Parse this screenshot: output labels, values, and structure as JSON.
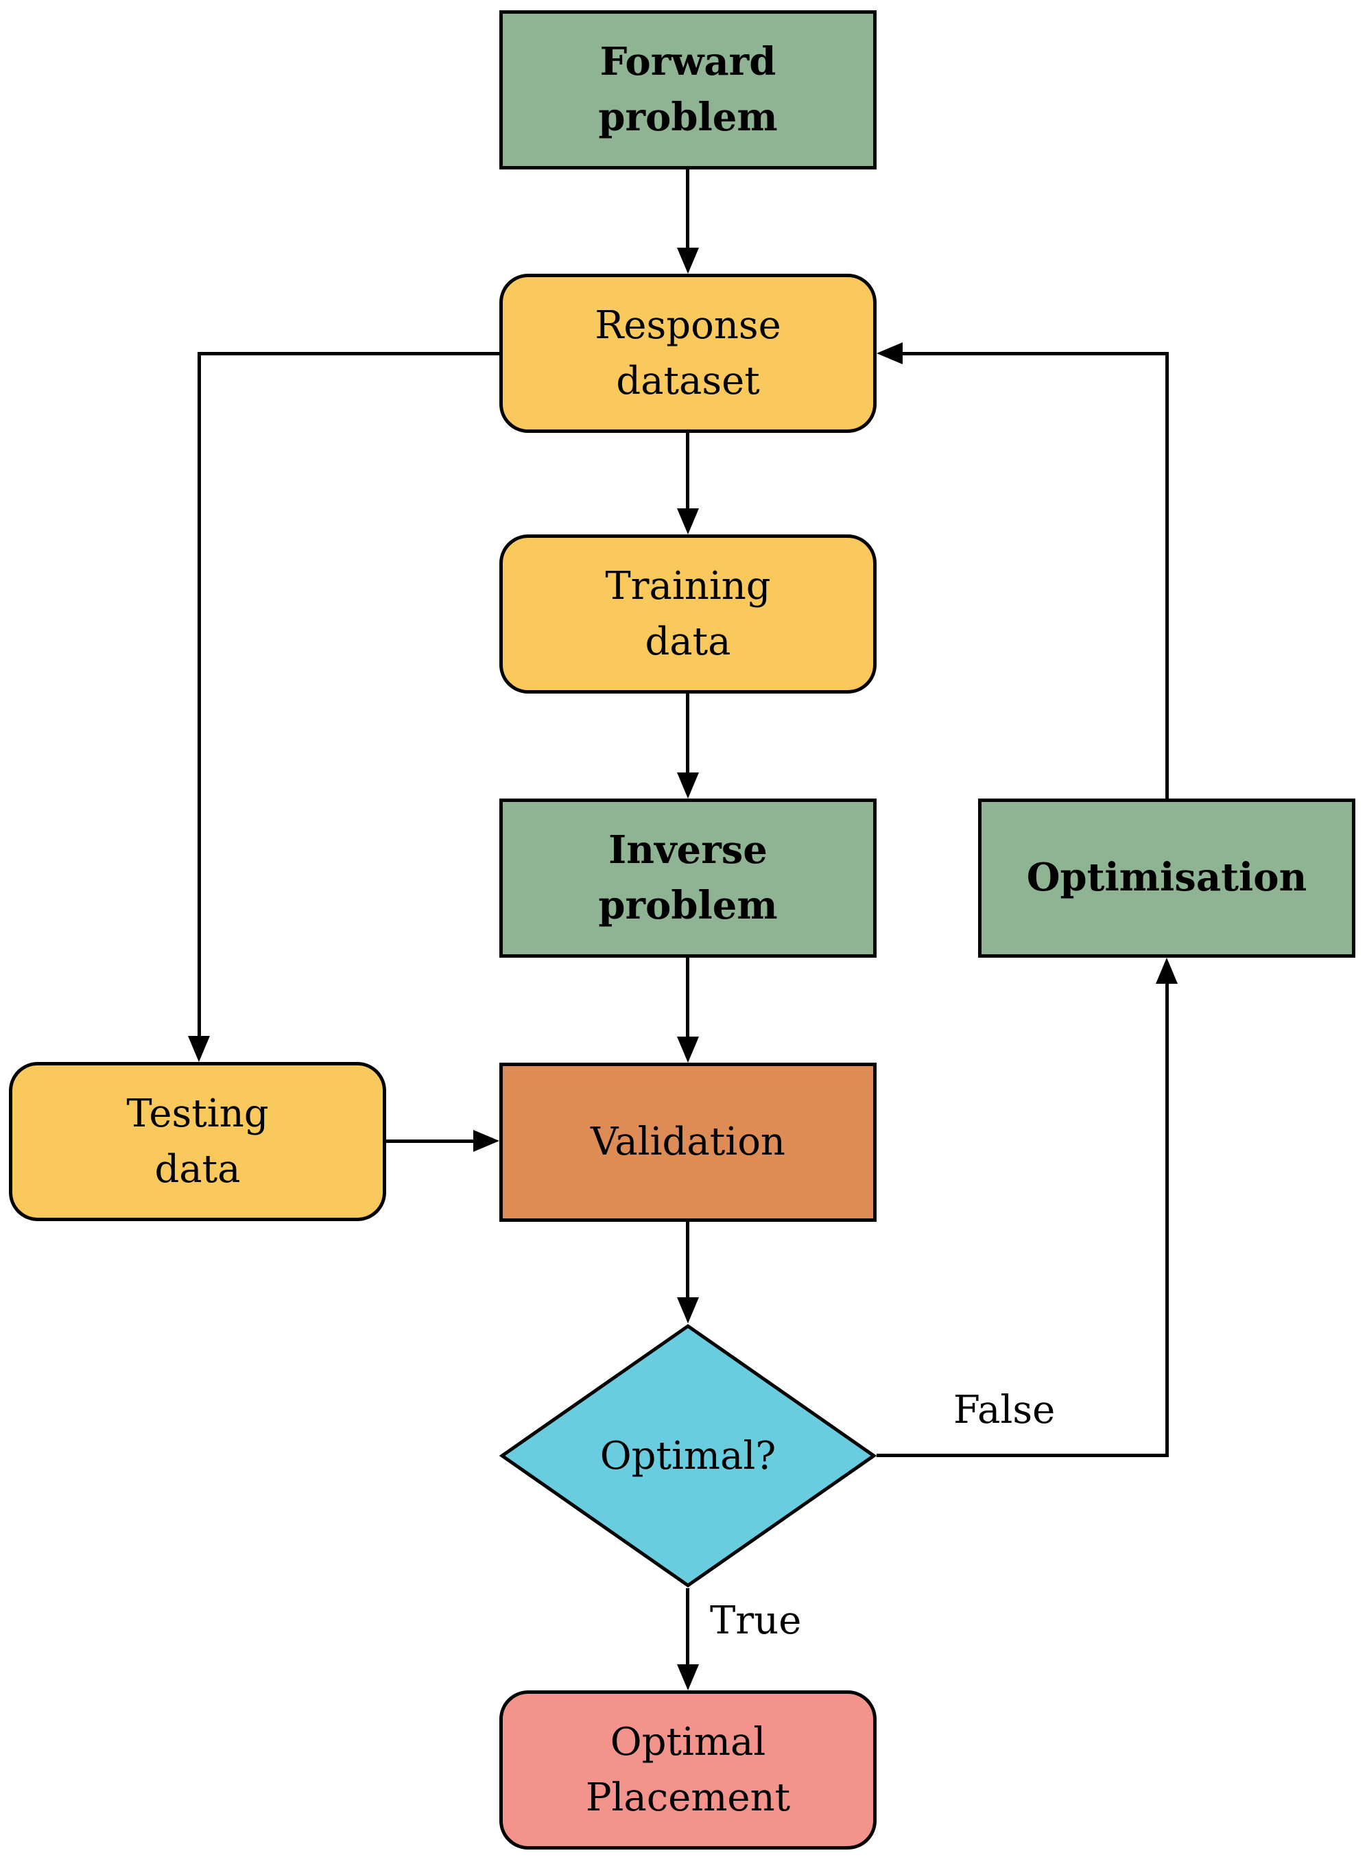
{
  "diagram": {
    "background": "#FFFFFF",
    "line_color": "#000000",
    "nodes": {
      "forward_problem": {
        "label": "Forward\nproblem",
        "shape": "rectangle",
        "fill": "#8FB494",
        "text_style": "bold"
      },
      "response_dataset": {
        "label": "Response\ndataset",
        "shape": "rounded",
        "fill": "#FAC95E",
        "text_style": "regular"
      },
      "training_data": {
        "label": "Training\ndata",
        "shape": "rounded",
        "fill": "#FAC95E",
        "text_style": "regular"
      },
      "inverse_problem": {
        "label": "Inverse\nproblem",
        "shape": "rectangle",
        "fill": "#8FB494",
        "text_style": "bold"
      },
      "optimisation": {
        "label": "Optimisation",
        "shape": "rectangle",
        "fill": "#8FB494",
        "text_style": "bold"
      },
      "testing_data": {
        "label": "Testing\ndata",
        "shape": "rounded",
        "fill": "#FAC95E",
        "text_style": "regular"
      },
      "validation": {
        "label": "Validation",
        "shape": "rectangle",
        "fill": "#DD8C56",
        "text_style": "regular"
      },
      "optimal_check": {
        "label": "Optimal?",
        "shape": "diamond",
        "fill": "#69CCDF",
        "text_style": "regular"
      },
      "optimal_placement": {
        "label": "Optimal\nPlacement",
        "shape": "rounded",
        "fill": "#F2938C",
        "text_style": "regular"
      }
    },
    "edge_labels": {
      "false": "False",
      "true": "True"
    },
    "edges": [
      "forward_problem -> response_dataset",
      "response_dataset -> training_data",
      "training_data -> inverse_problem",
      "inverse_problem -> validation",
      "response_dataset -> testing_data",
      "testing_data -> validation",
      "validation -> optimal_check",
      "optimal_check -> optimisation (False)",
      "optimisation -> response_dataset",
      "optimal_check -> optimal_placement (True)"
    ]
  }
}
